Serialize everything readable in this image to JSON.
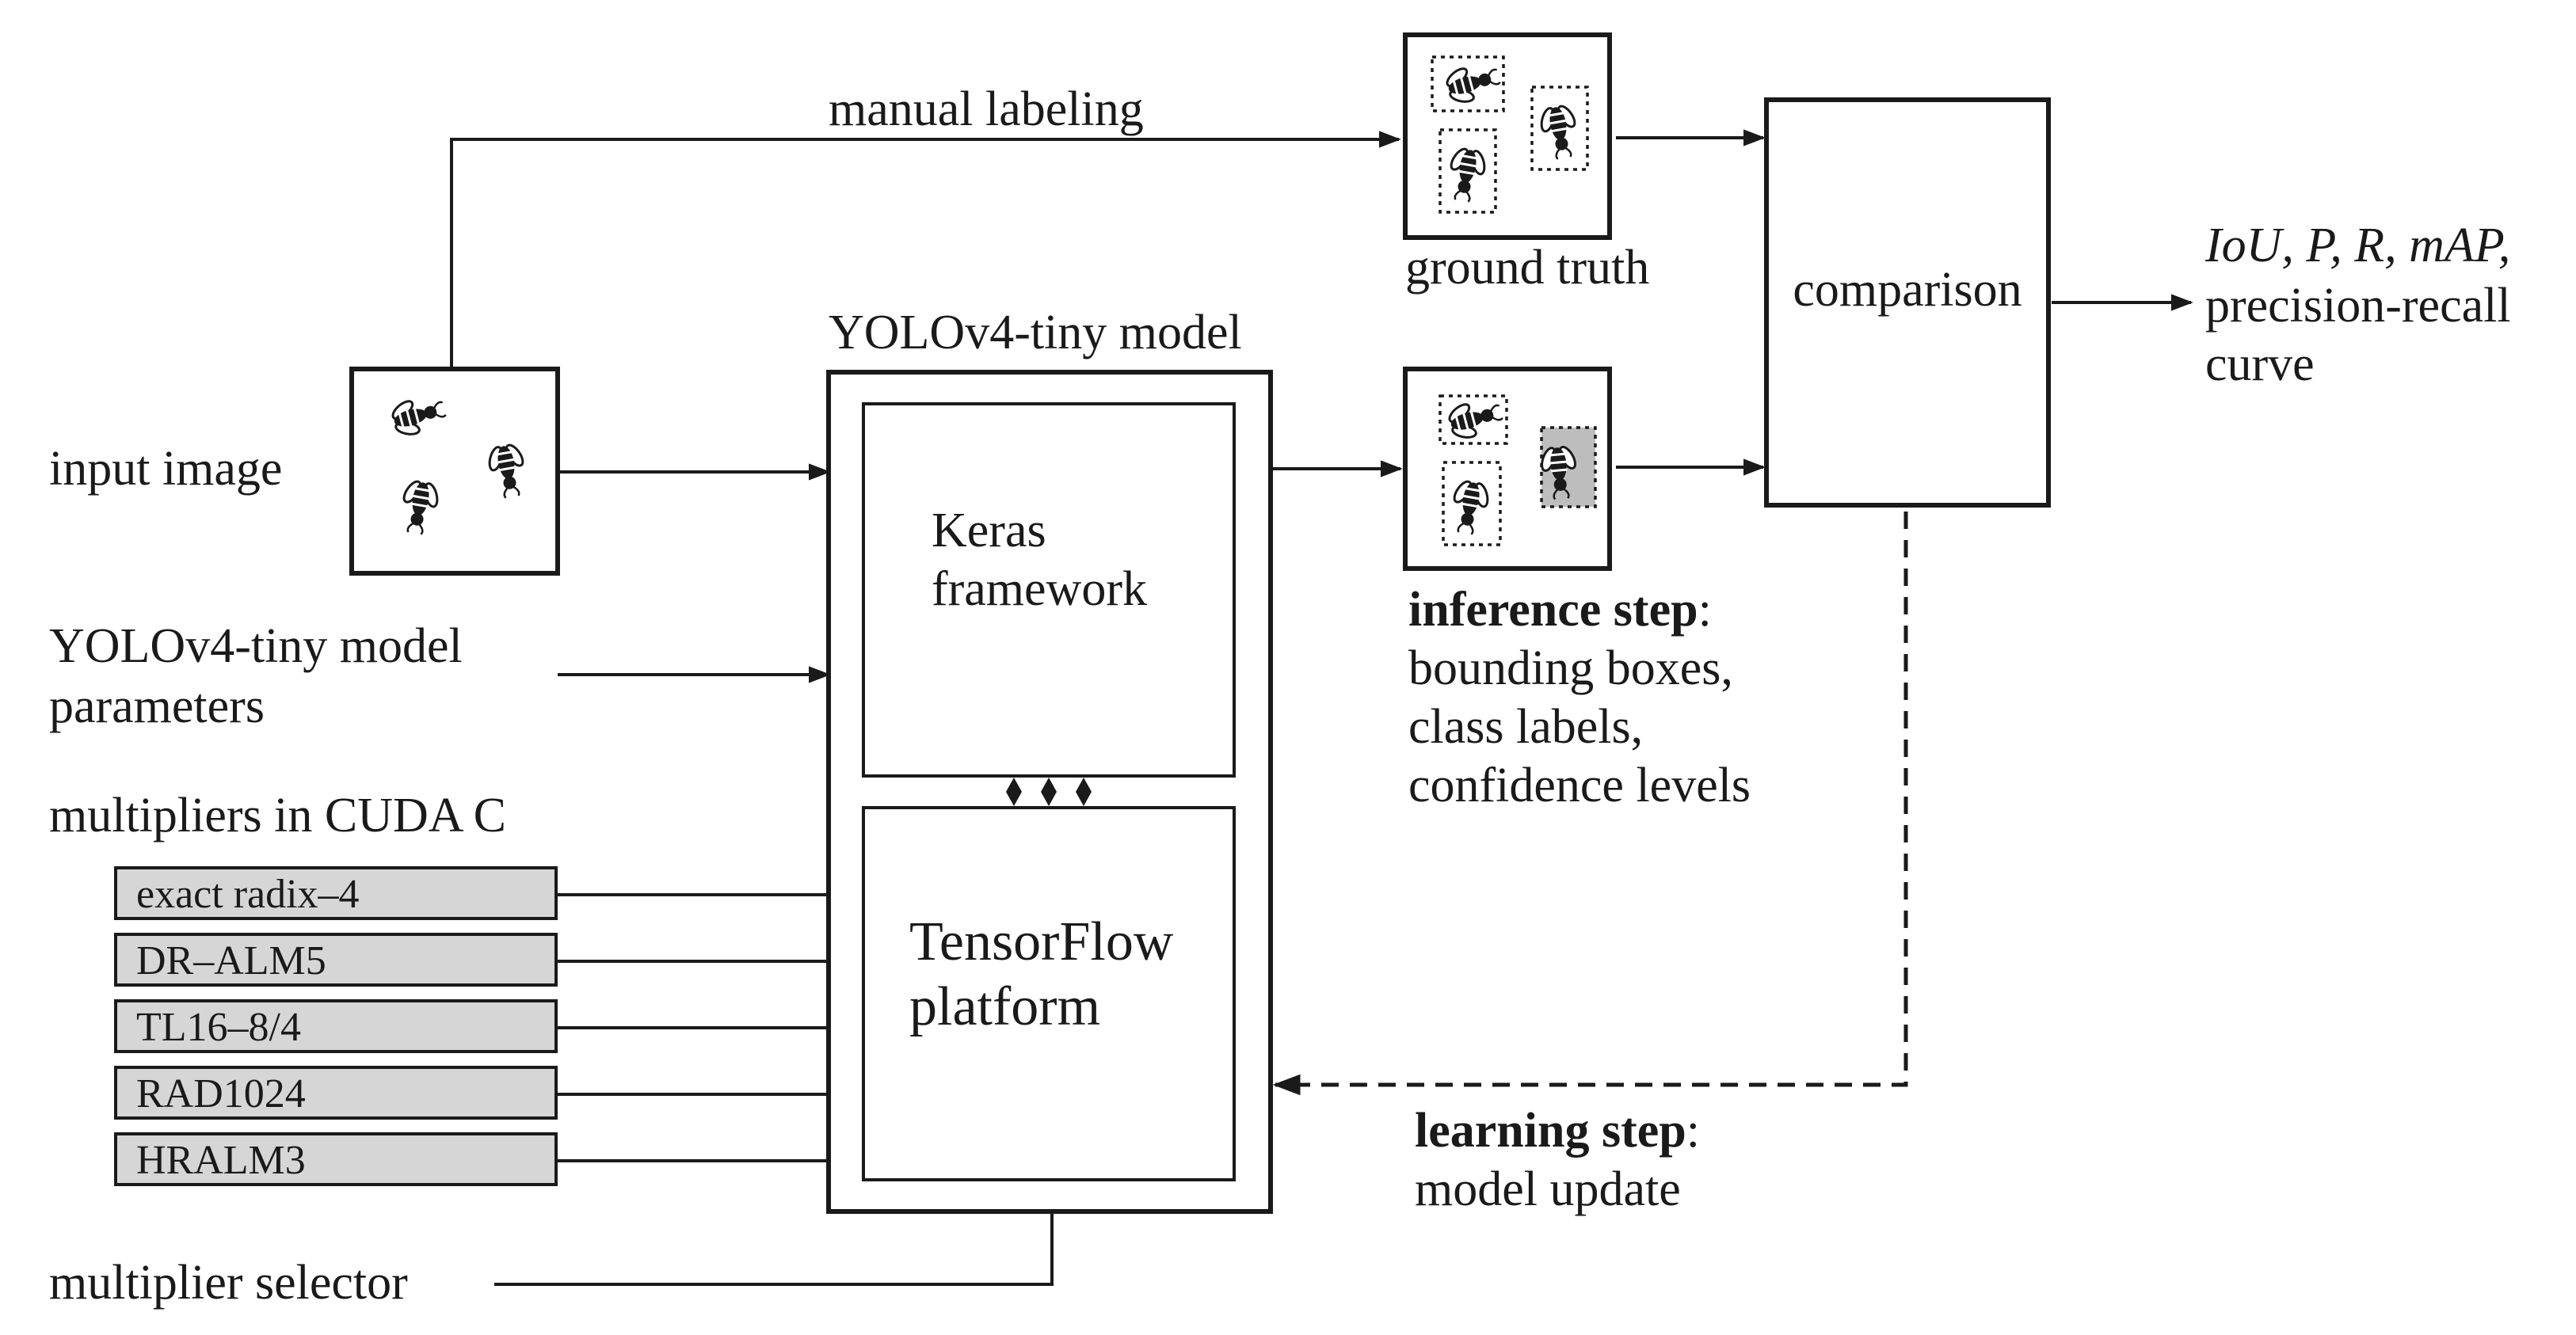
{
  "labels": {
    "manual_labeling": "manual labeling",
    "ground_truth": "ground truth",
    "yolo_title": "YOLOv4-tiny model",
    "input_image": "input image",
    "yolo_params_line1": "YOLOv4-tiny model",
    "yolo_params_line2": "parameters",
    "multipliers_title": "multipliers in CUDA C",
    "multiplier_selector": "multiplier selector",
    "keras_line1": "Keras",
    "keras_line2": "framework",
    "tensorflow_line1": "TensorFlow",
    "tensorflow_line2": "platform",
    "comparison": "comparison",
    "metrics_line1": "IoU, P, R, mAP,",
    "metrics_line2": "precision-recall",
    "metrics_line3": "curve",
    "inference_bold": "inference step",
    "inference_colon": ":",
    "inference_line2": "bounding boxes,",
    "inference_line3": "class labels,",
    "inference_line4": "confidence levels",
    "learning_bold": "learning step",
    "learning_colon": ":",
    "learning_line2": "model update"
  },
  "multipliers": [
    "exact radix–4",
    "DR–ALM5",
    "TL16–8/4",
    "RAD1024",
    "HRALM3"
  ],
  "colors": {
    "line": "#1a1a1a",
    "multiplier_fill": "#d6d6d6",
    "background": "#ffffff"
  },
  "icons": [
    "bee-icon"
  ]
}
